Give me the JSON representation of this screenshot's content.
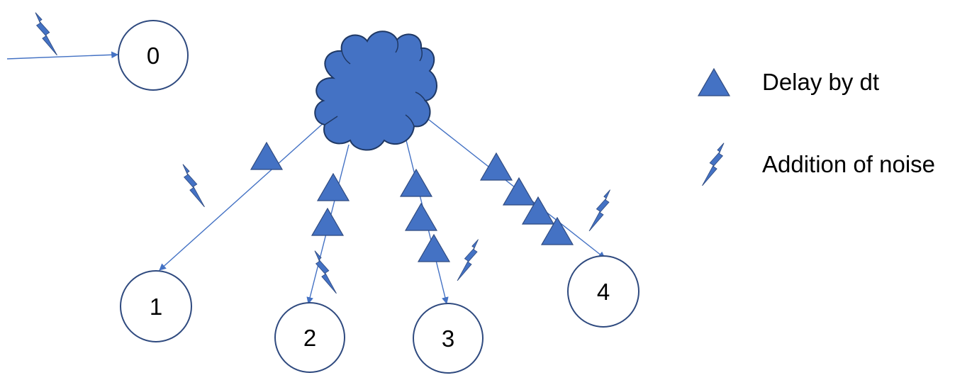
{
  "nodes": [
    {
      "id": "0",
      "label": "0"
    },
    {
      "id": "1",
      "label": "1"
    },
    {
      "id": "2",
      "label": "2"
    },
    {
      "id": "3",
      "label": "3"
    },
    {
      "id": "4",
      "label": "4"
    }
  ],
  "legend": {
    "delay_label": "Delay by dt",
    "noise_label": "Addition of noise",
    "delay_icon": "triangle-icon",
    "noise_icon": "lightning-icon"
  },
  "colors": {
    "fill": "#4472c4",
    "outline": "#2f4a7f",
    "edge": "#4472c4"
  }
}
